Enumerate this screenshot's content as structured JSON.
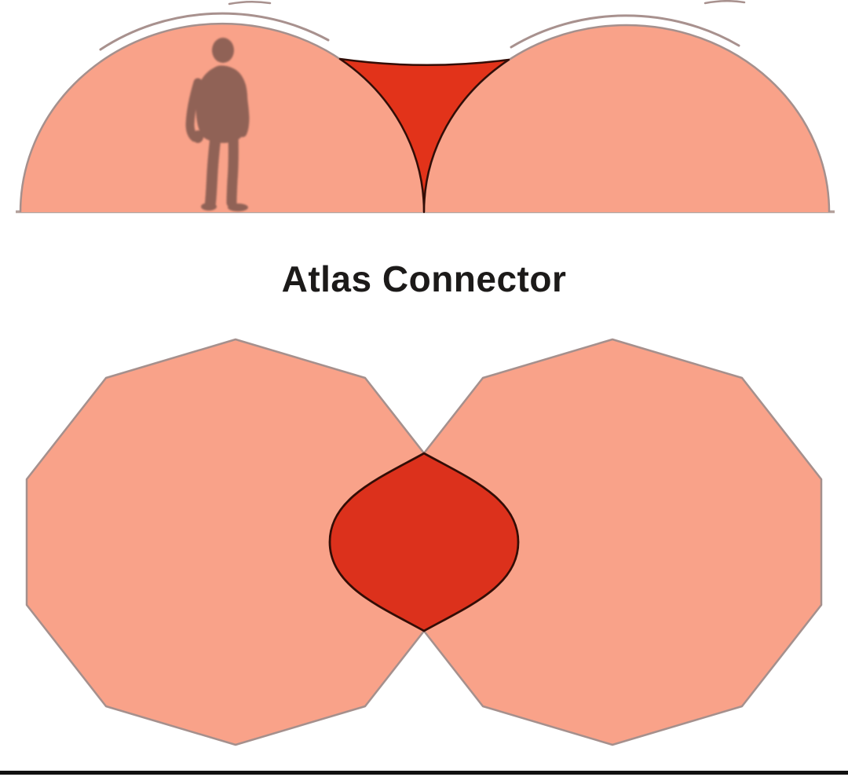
{
  "title": "Atlas Connector",
  "figures": {
    "top_alt": "Side elevation: two dome cross-sections with a person silhouette for scale; red connector wedge fills the valley between the domes",
    "bottom_alt": "Plan view: two decagonal dome footprints overlapping; red connector lens spans the overlap"
  },
  "colors": {
    "background": "#ffffff",
    "venue_fill": "#f9a289",
    "venue_outline": "#a5908d",
    "connector_top_fill": "#e2331a",
    "connector_bottom_fill": "#dc311c",
    "connector_outline": "#330d06",
    "ground_line": "#b5a29d",
    "arc_line": "#a8918e",
    "silhouette": "#8d6055",
    "title_text": "#1c1a19",
    "footer_bar": "#111111"
  }
}
